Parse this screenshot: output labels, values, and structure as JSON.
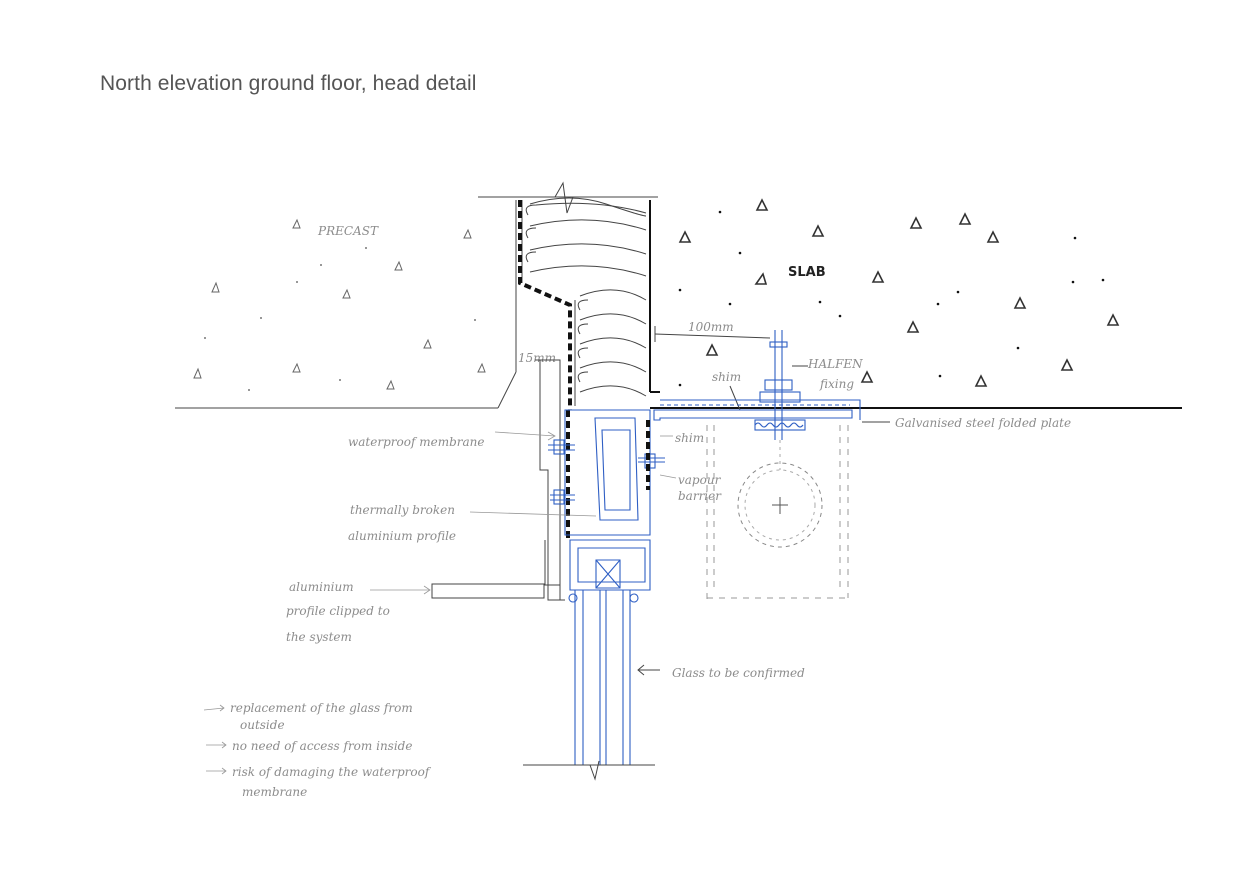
{
  "page": {
    "title": "North elevation ground floor, head detail"
  },
  "labels": {
    "precast": "PRECAST",
    "slab": "SLAB",
    "dim_15mm": "15mm",
    "dim_100mm": "100mm",
    "halfen_line1": "HALFEN",
    "halfen_line2": "fixing",
    "shim_top": "shim",
    "galvanised_plate": "Galvanised steel folded plate",
    "waterproof_membrane": "waterproof membrane",
    "shim_right": "shim",
    "vapour_line1": "vapour",
    "vapour_line2": "barrier",
    "thermally_line1": "thermally broken",
    "thermally_line2": "aluminium profile",
    "clipped_line1": "aluminium",
    "clipped_line2": "profile clipped to",
    "clipped_line3": "the system",
    "glass": "Glass to be confirmed"
  },
  "notes": [
    "replacement of the glass from",
    "outside",
    "no need of access from inside",
    "risk of damaging the waterproof",
    "membrane"
  ],
  "colors": {
    "pencil": "#444444",
    "ink": "#111111",
    "blue_pen": "#2f5fc4",
    "label_grey": "#8c8c8c"
  }
}
